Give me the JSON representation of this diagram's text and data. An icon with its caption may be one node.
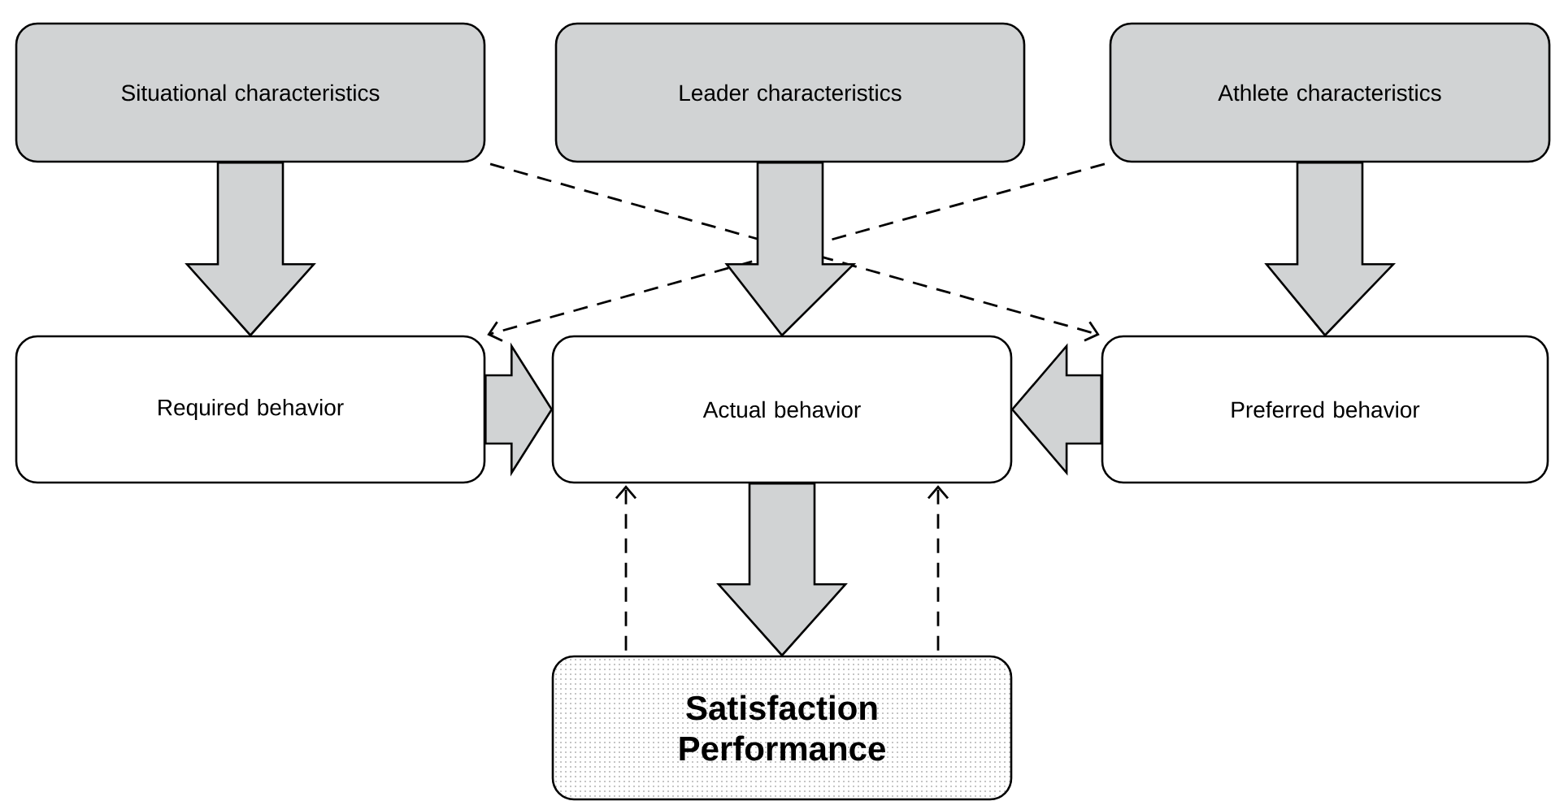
{
  "diagram": {
    "nodes": [
      {
        "text": [
          "Situational characteristics"
        ]
      },
      {
        "text": [
          "Leader characteristics"
        ]
      },
      {
        "text": [
          "Athlete characteristics"
        ]
      },
      {
        "text": [
          "Required behavior"
        ]
      },
      {
        "text": [
          "Actual behavior"
        ]
      },
      {
        "text": [
          "Preferred behavior"
        ]
      },
      {
        "text": [
          "Satisfaction Performance"
        ]
      }
    ],
    "edges": [
      {
        "from": 0,
        "to": 5,
        "arrow": "to",
        "style": "dashed"
      },
      {
        "from": 2,
        "to": 3,
        "arrow": "to",
        "style": "dashed"
      },
      {
        "from": 6,
        "to": 4,
        "arrow": "to",
        "style": "dashed"
      },
      {
        "from": 6,
        "to": 4,
        "arrow": "to",
        "style": "dashed"
      },
      {
        "from": 0,
        "to": 3,
        "arrow": "to"
      },
      {
        "from": 1,
        "to": 4,
        "arrow": "to"
      },
      {
        "from": 2,
        "to": 5,
        "arrow": "to"
      },
      {
        "from": 3,
        "to": 4,
        "arrow": "to"
      },
      {
        "from": 5,
        "to": 4,
        "arrow": "to"
      },
      {
        "from": 4,
        "to": 6,
        "arrow": "to"
      }
    ]
  }
}
